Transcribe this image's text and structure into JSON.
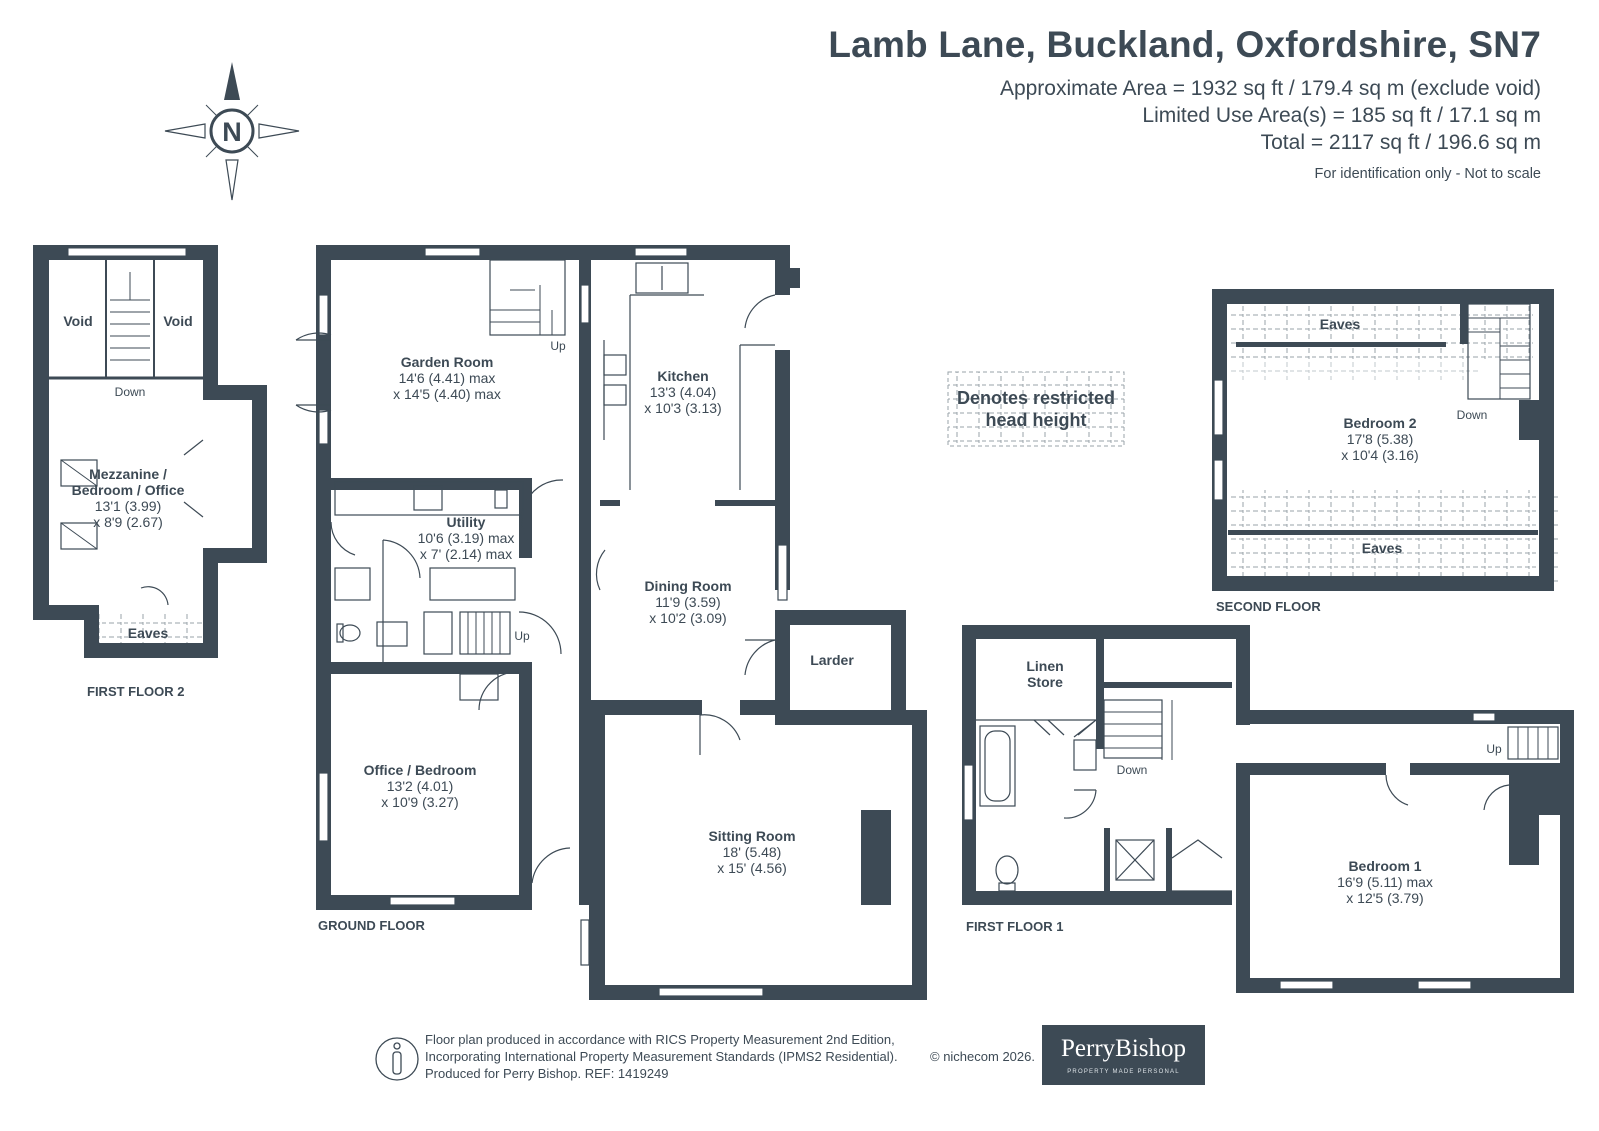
{
  "header": {
    "title": "Lamb Lane, Buckland, Oxfordshire, SN7",
    "area_line1": "Approximate Area = 1932 sq ft / 179.4 sq m (exclude void)",
    "area_line2": "Limited Use Area(s) = 185 sq ft / 17.1 sq m",
    "area_line3": "Total = 2117 sq ft / 196.6 sq m",
    "note": "For identification only - Not to scale"
  },
  "compass": {
    "label": "N"
  },
  "legend": {
    "line1": "Denotes restricted",
    "line2": "head height"
  },
  "floors": {
    "first_floor_2": "FIRST FLOOR 2",
    "ground_floor": "GROUND FLOOR",
    "first_floor_1": "FIRST FLOOR 1",
    "second_floor": "SECOND FLOOR"
  },
  "rooms": {
    "void_left": "Void",
    "void_right": "Void",
    "mezz_name1": "Mezzanine /",
    "mezz_name2": "Bedroom / Office",
    "mezz_dim1": "13'1 (3.99)",
    "mezz_dim2": "x 8'9 (2.67)",
    "eaves_ff2": "Eaves",
    "garden_name": "Garden Room",
    "garden_dim1": "14'6 (4.41) max",
    "garden_dim2": "x 14'5 (4.40) max",
    "kitchen_name": "Kitchen",
    "kitchen_dim1": "13'3 (4.04)",
    "kitchen_dim2": "x 10'3 (3.13)",
    "utility_name": "Utility",
    "utility_dim1": "10'6 (3.19) max",
    "utility_dim2": "x 7' (2.14) max",
    "dining_name": "Dining Room",
    "dining_dim1": "11'9 (3.59)",
    "dining_dim2": "x 10'2 (3.09)",
    "larder_name": "Larder",
    "office_name": "Office / Bedroom",
    "office_dim1": "13'2 (4.01)",
    "office_dim2": "x 10'9 (3.27)",
    "sitting_name": "Sitting Room",
    "sitting_dim1": "18' (5.48)",
    "sitting_dim2": "x 15' (4.56)",
    "linen_name1": "Linen",
    "linen_name2": "Store",
    "bed1_name": "Bedroom 1",
    "bed1_dim1": "16'9 (5.11) max",
    "bed1_dim2": "x 12'5 (3.79)",
    "bed2_name": "Bedroom 2",
    "bed2_dim1": "17'8 (5.38)",
    "bed2_dim2": "x 10'4 (3.16)",
    "eaves_sf_top": "Eaves",
    "eaves_sf_bottom": "Eaves"
  },
  "stairs": {
    "ff2_down": "Down",
    "gf_up_garden": "Up",
    "gf_up_utility": "Up",
    "ff1_down": "Down",
    "ff1_up": "Up",
    "sf_down": "Down"
  },
  "footer": {
    "line1": "Floor plan produced in accordance with RICS Property Measurement 2nd Edition,",
    "line2": "Incorporating International Property Measurement Standards (IPMS2 Residential).",
    "line3": "Produced for Perry Bishop.   REF: 1419249",
    "copyright": "© nichecom 2026."
  },
  "logo": {
    "name": "PerryBishop",
    "tagline": "PROPERTY MADE PERSONAL"
  },
  "colors": {
    "wall": "#3d4a55",
    "text": "#3d4a55",
    "background": "#ffffff"
  }
}
